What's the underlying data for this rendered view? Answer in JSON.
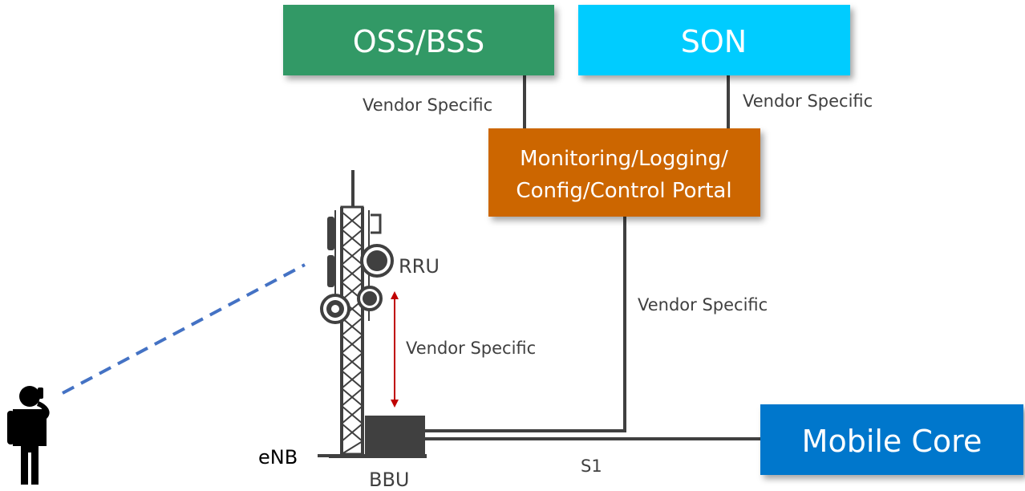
{
  "nodes": {
    "oss_bss": {
      "label": "OSS/BSS",
      "color": "#339966"
    },
    "son": {
      "label": "SON",
      "color": "#00ccff"
    },
    "portal": {
      "line1": "Monitoring/Logging/",
      "line2": "Config/Control Portal",
      "color": "#cc6600"
    },
    "mobile_core": {
      "label": "Mobile Core",
      "color": "#0077cc"
    },
    "rru": {
      "label": "RRU"
    },
    "bbu": {
      "label": "BBU"
    },
    "enb": {
      "label": "eNB"
    }
  },
  "edges": {
    "oss_to_portal": "Vendor Specific",
    "son_to_portal": "Vendor Specific",
    "portal_to_bbu": "Vendor Specific",
    "rru_to_bbu": "Vendor Specific",
    "bbu_to_core": "S1"
  },
  "colors": {
    "line": "#404040",
    "arrow": "#c00000",
    "radio_link": "#4472c4",
    "equipment": "#404040",
    "text": "#404040"
  }
}
